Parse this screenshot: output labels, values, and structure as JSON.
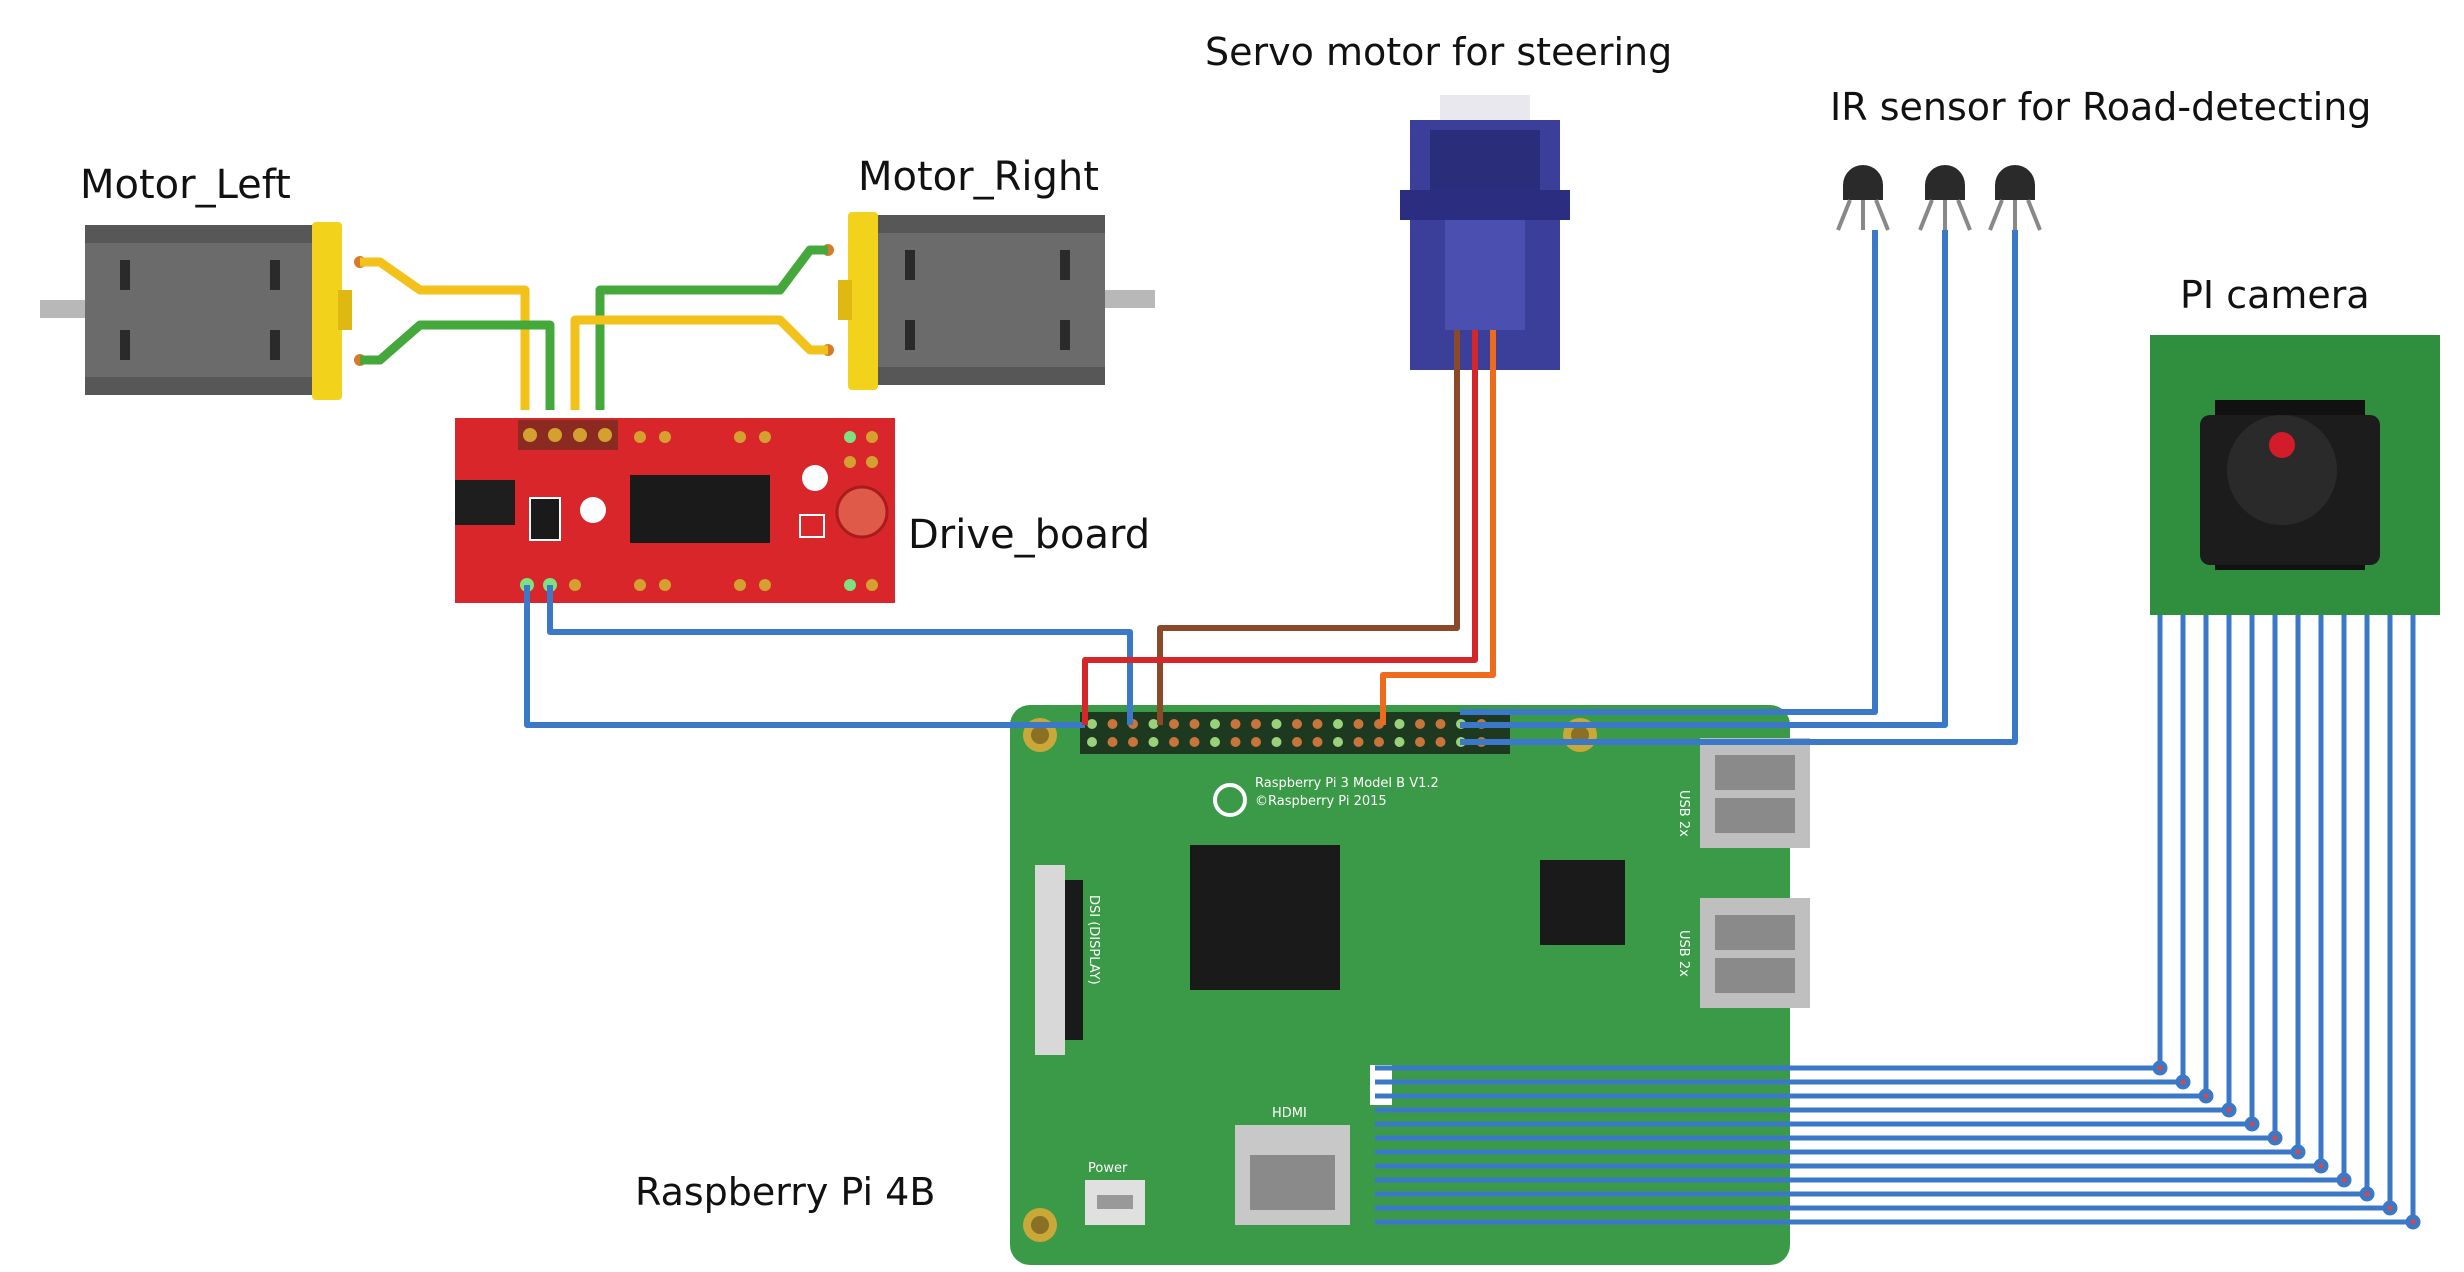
{
  "labels": {
    "motor_left": "Motor_Left",
    "motor_right": "Motor_Right",
    "drive_board": "Drive_board",
    "servo": "Servo motor for steering",
    "ir_sensor": "IR sensor for Road-detecting",
    "pi_camera": "PI camera",
    "raspberry_pi": "Raspberry Pi 4B"
  },
  "board_silk": {
    "model": "Raspberry Pi 3 Model B V1.2",
    "copyright": "©Raspberry Pi 2015",
    "usb_label": "USB 2x",
    "dsi": "DSI (DISPLAY)",
    "hdmi": "HDMI",
    "power": "Power"
  },
  "colors": {
    "motor_body": "#6b6b6b",
    "motor_cap": "#f2d21b",
    "driver_board": "#d9262a",
    "pi_board": "#3b9a47",
    "servo_body": "#3b3f9a",
    "camera_board": "#2f8f3e",
    "wire_blue": "#3b78c8",
    "wire_yellow": "#f3c21a",
    "wire_green": "#45a83b",
    "wire_red": "#d5262a",
    "wire_orange": "#ee6a1c",
    "wire_brown": "#8a4a2a"
  }
}
